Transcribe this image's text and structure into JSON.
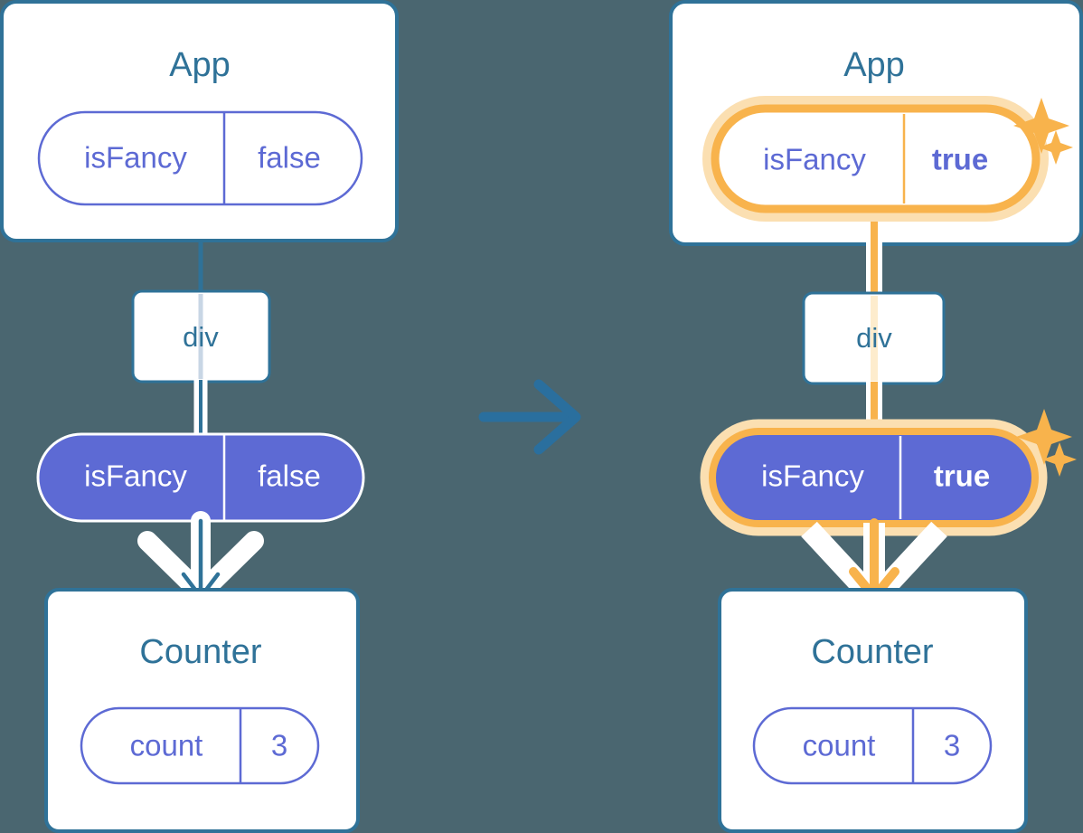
{
  "diagram": {
    "type": "react-state-propagation-diagram",
    "background_color": "#4a6670",
    "colors": {
      "card_border_blue": "#2f7298",
      "card_fill": "#ffffff",
      "title_blue": "#2f7298",
      "pill_purple": "#5d6ad4",
      "pill_text_white": "#ffffff",
      "highlight_orange": "#f8b34c",
      "highlight_orange_glow": "#fbdfb1",
      "arrow_white": "#ffffff",
      "transition_arrow_blue": "#2a6f9e"
    },
    "transition_arrow": {
      "icon": "arrow-right-icon",
      "direction": "right",
      "color": "#2a6f9e"
    },
    "panels": [
      {
        "id": "before",
        "position": "left",
        "highlighted": false,
        "app_card": {
          "title": "App",
          "state_pill": {
            "key": "isFancy",
            "value": "false",
            "style": "outline",
            "highlighted": false,
            "bold_value": false
          }
        },
        "dom_node": {
          "label": "div"
        },
        "prop_pill": {
          "key": "isFancy",
          "value": "false",
          "style": "solid",
          "highlighted": false,
          "bold_value": false
        },
        "counter_card": {
          "title": "Counter",
          "state_pill": {
            "key": "count",
            "value": "3",
            "style": "outline",
            "highlighted": false,
            "bold_value": false
          }
        },
        "sparkles": []
      },
      {
        "id": "after",
        "position": "right",
        "highlighted": true,
        "app_card": {
          "title": "App",
          "state_pill": {
            "key": "isFancy",
            "value": "true",
            "style": "outline",
            "highlighted": true,
            "bold_value": true
          }
        },
        "dom_node": {
          "label": "div"
        },
        "prop_pill": {
          "key": "isFancy",
          "value": "true",
          "style": "solid",
          "highlighted": true,
          "bold_value": true
        },
        "counter_card": {
          "title": "Counter",
          "state_pill": {
            "key": "count",
            "value": "3",
            "style": "outline",
            "highlighted": false,
            "bold_value": false
          }
        },
        "sparkles": [
          {
            "name": "sparkle-large",
            "near": "app-state-pill"
          },
          {
            "name": "sparkle-small",
            "near": "app-state-pill"
          },
          {
            "name": "sparkle-large",
            "near": "prop-pill"
          },
          {
            "name": "sparkle-small",
            "near": "prop-pill"
          }
        ]
      }
    ]
  }
}
